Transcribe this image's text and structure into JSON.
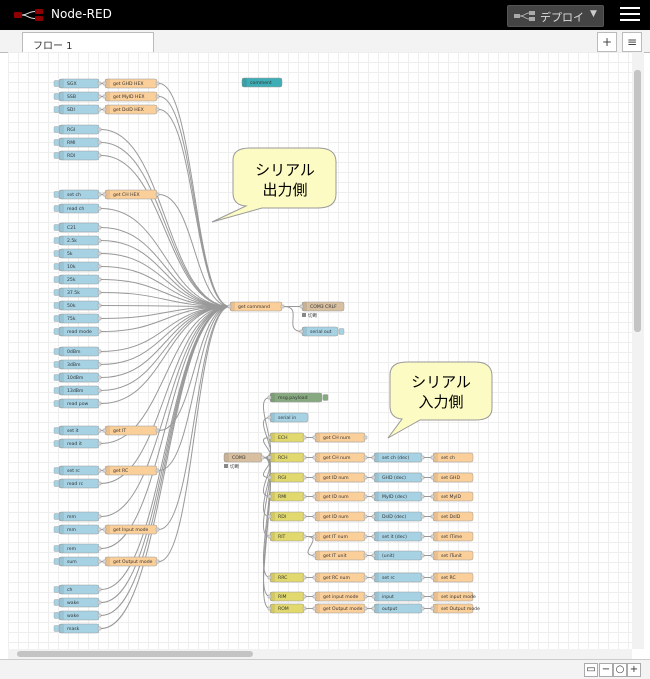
{
  "app": {
    "title": "Node-RED",
    "deploy_label": "デプロイ"
  },
  "tabs": [
    {
      "label": "フロー 1"
    }
  ],
  "colors": {
    "inject": "#a6d2e4",
    "function": "#fbcf9a",
    "switch": "#e2d96e",
    "serial": "#d8bfa0",
    "debug": "#87a980",
    "comment": "#3fadb5",
    "link": "#888888"
  },
  "flow": {
    "inject_nodes": [
      "SGX",
      "SSB",
      "SDI",
      "RGI",
      "RMI",
      "RDI",
      "set ch",
      "read ch",
      "C21",
      "2.5k",
      "5k",
      "10k",
      "25k",
      "37.5k",
      "50k",
      "75k",
      "read mode",
      "0dBm",
      "3dBm",
      "10dBm",
      "13dBm",
      "read pow",
      "set it",
      "read it",
      "set rc",
      "read rc",
      "mm",
      "mm",
      "rem",
      "sum",
      "ch",
      "wake",
      "wake",
      "mask"
    ],
    "function_nodes": [
      "get GHD HEX",
      "get MyID HEX",
      "get DsID HEX",
      "get CH HEX",
      "get IT",
      "get RC",
      "get Input mode",
      "get Output mode"
    ],
    "comment_node": "comment",
    "hub_node": "get command",
    "serial_out": {
      "label": "COM3 CRLF",
      "status": "切断"
    },
    "serial_out_debug": "serial out",
    "serial_in": {
      "label": "COM3",
      "status": "切断"
    },
    "debug_node": "msg.payload",
    "serial_in_debug": "serial in",
    "rows": [
      {
        "switch": "ECH",
        "fn1": "get CH num",
        "fn2": "",
        "inject": "",
        "fn3": ""
      },
      {
        "switch": "RCH",
        "fn1": "get CH num",
        "fn2": "",
        "inject": "set ch (dec)",
        "fn3": "set ch"
      },
      {
        "switch": "RGI",
        "fn1": "get ID num",
        "fn2": "",
        "inject": "GHD (dec)",
        "fn3": "set GHD"
      },
      {
        "switch": "RMI",
        "fn1": "get ID num",
        "fn2": "",
        "inject": "MyID (dec)",
        "fn3": "set MyID"
      },
      {
        "switch": "RDI",
        "fn1": "get ID num",
        "fn2": "",
        "inject": "DsID (dec)",
        "fn3": "set DsID"
      },
      {
        "switch": "RIT",
        "fn1": "get IT num",
        "fn2": "",
        "inject": "set it (dec)",
        "fn3": "set ITime"
      },
      {
        "switch": "",
        "fn1": "get IT unit",
        "fn2": "",
        "inject": "(unit)",
        "fn3": "set ITunit"
      },
      {
        "switch": "RRC",
        "fn1": "get RC num",
        "fn2": "",
        "inject": "set rc",
        "fn3": "set RC"
      },
      {
        "switch": "RIM",
        "fn1": "get input mode",
        "fn2": "",
        "inject": "input",
        "fn3": "set input mode"
      },
      {
        "switch": "ROM",
        "fn1": "get Output mode",
        "fn2": "",
        "inject": "output",
        "fn3": "set Output mode"
      }
    ],
    "bubble_output": [
      "シリアル",
      "出力側"
    ],
    "bubble_input": [
      "シリアル",
      "入力側"
    ]
  }
}
